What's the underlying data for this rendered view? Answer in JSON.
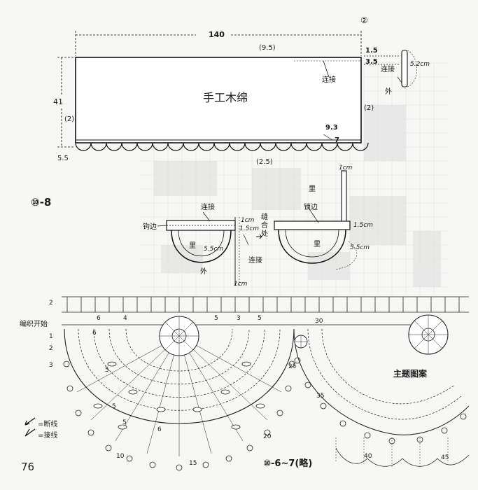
{
  "page_number": "76",
  "corner_mark": "②",
  "top_diagram": {
    "width": "140",
    "height": "41",
    "top_offset": "(9.5)",
    "left_margin": "(2)",
    "right_margin": "(2)",
    "right_top_1": "1.5",
    "right_top_2": "3.5",
    "scallop_height": "5.5",
    "scallop_pitch": "(2.5)",
    "fabric_label": "手工木绵",
    "join_label": "连接",
    "side_join_label": "连接",
    "outer_label": "外",
    "pocket_height": "5.2cm",
    "corner_value": "9.3",
    "corner_num": "7"
  },
  "section_label": "⑩-8",
  "mid_left": {
    "join": "连接",
    "edge": "钩边",
    "inner": "里",
    "outer": "外",
    "depth": "5.5cm",
    "top_cm": "1cm",
    "side_cm": "1.5cm",
    "bottom_cm": "1cm",
    "bottom_join": "连接",
    "seam": [
      "缝",
      "合",
      "处"
    ]
  },
  "mid_right": {
    "inner_top": "里",
    "lock_edge": "锁边",
    "inner": "里",
    "top_cm": "1cm",
    "side_cm": "1.5cm",
    "depth": "5.5cm"
  },
  "chart": {
    "start_label": "编织开始",
    "motif_label": "主题图案",
    "title": "⑩-6~7(略)",
    "row_numbers": [
      "2",
      "1",
      "2",
      "3",
      "6",
      "4",
      "5",
      "3",
      "5",
      "6",
      "5",
      "5",
      "5",
      "6",
      "10",
      "15",
      "20",
      "25",
      "30",
      "35",
      "40",
      "45"
    ]
  },
  "legend": {
    "break_line": "=断线",
    "join_line": "=接线"
  }
}
